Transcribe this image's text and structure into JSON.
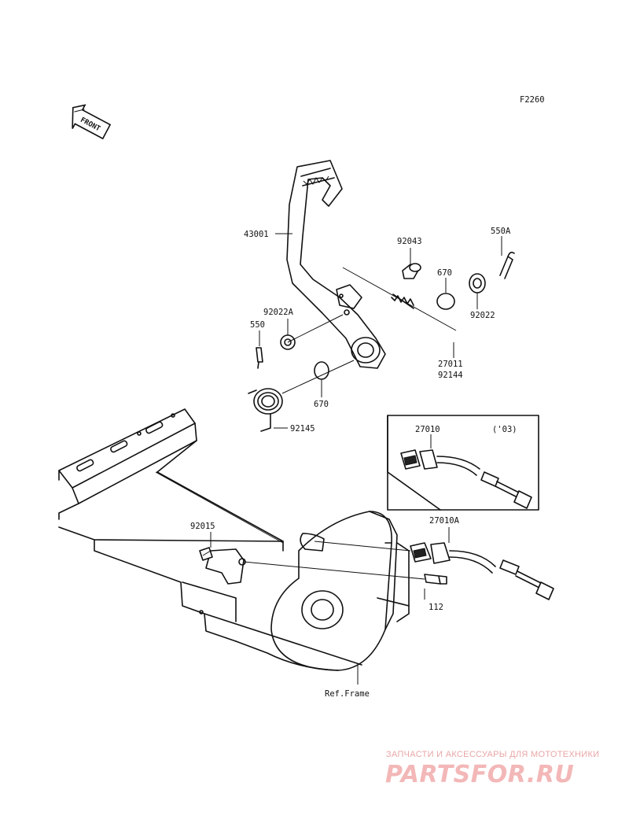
{
  "diagram_code": "F2260",
  "front_label": "FRONT",
  "parts": {
    "p43001": "43001",
    "p92043": "92043",
    "p550A": "550A",
    "p670_top": "670",
    "p92022A": "92022A",
    "p92022": "92022",
    "p550": "550",
    "p27011": "27011",
    "p92144": "92144",
    "p670_bottom": "670",
    "p92145": "92145",
    "p27010": "27010",
    "p27010A": "27010A",
    "p92015": "92015",
    "p112": "112",
    "ref_frame": "Ref.Frame"
  },
  "inset_year": "('03)",
  "watermark": {
    "tagline": "ЗАПЧАСТИ И АКСЕССУАРЫ ДЛЯ МОТОТЕХНИКИ",
    "brand": "PARTSFOR.RU"
  }
}
